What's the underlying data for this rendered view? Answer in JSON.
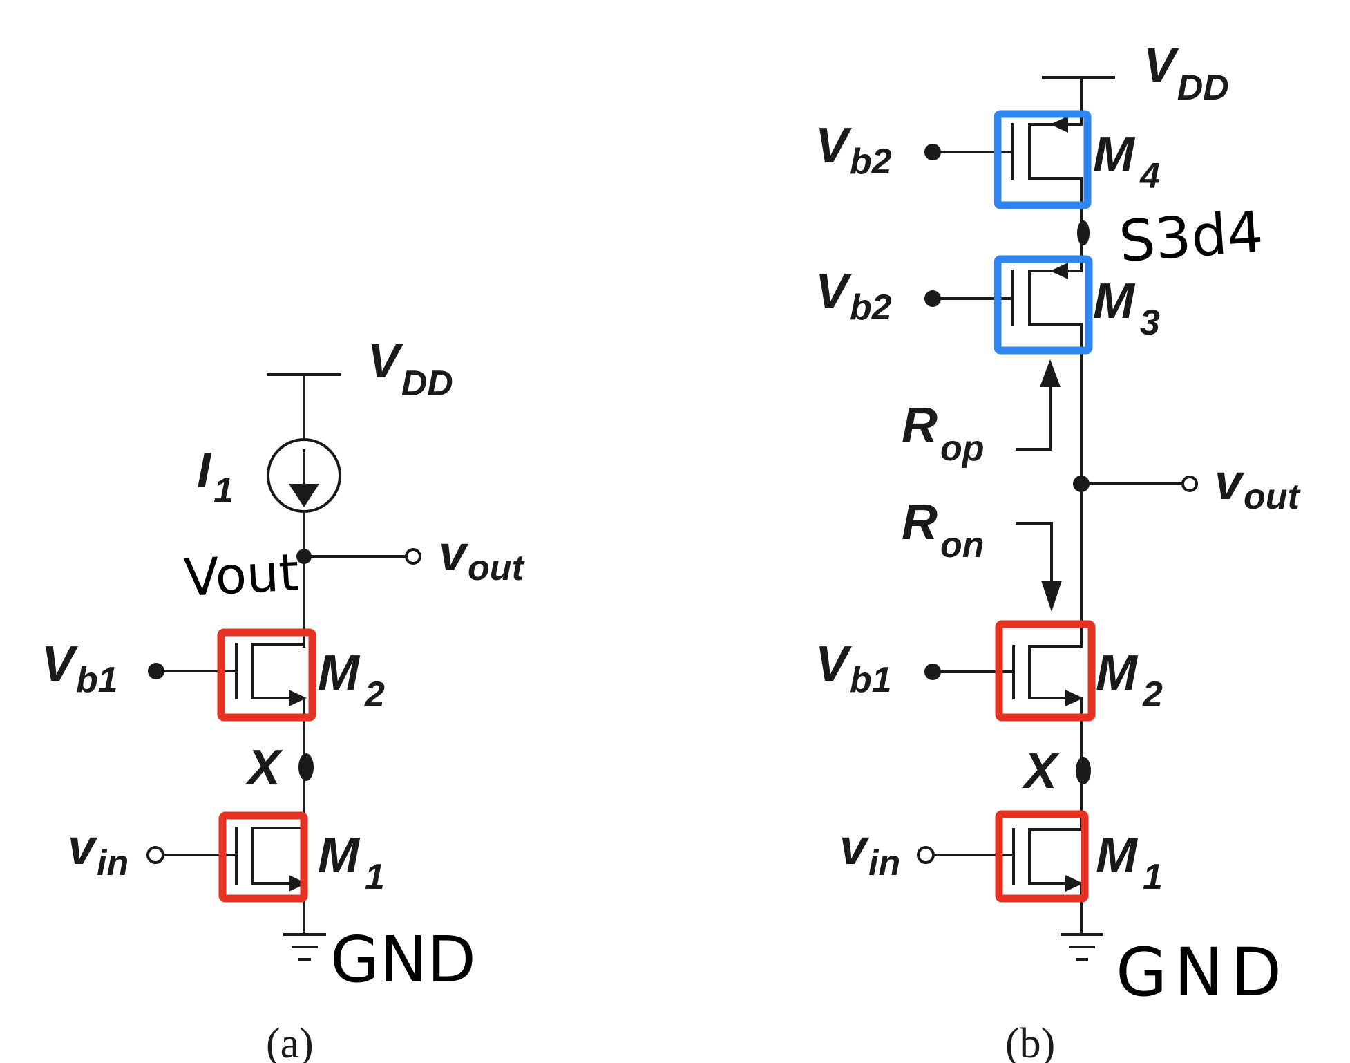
{
  "colors": {
    "nmos_highlight": "#e53222",
    "pmos_highlight": "#2f86ee",
    "ink": "#1a1a1a"
  },
  "circuit_a": {
    "caption": "(a)",
    "vdd": {
      "main": "V",
      "sub": "DD"
    },
    "current_source": {
      "main": "I",
      "sub": "1"
    },
    "node_out_handwritten": "Vout",
    "vout": {
      "main": "v",
      "sub": "out"
    },
    "vb1": {
      "main": "V",
      "sub": "b1"
    },
    "m2": {
      "main": "M",
      "sub": "2"
    },
    "node_x": "X",
    "vin": {
      "main": "v",
      "sub": "in"
    },
    "m1": {
      "main": "M",
      "sub": "1"
    },
    "gnd_handwritten": "GND"
  },
  "circuit_b": {
    "caption": "(b)",
    "vdd": {
      "main": "V",
      "sub": "DD"
    },
    "vb2_top": {
      "main": "V",
      "sub": "b2"
    },
    "m4": {
      "main": "M",
      "sub": "4"
    },
    "node_s3d4_handwritten": "S3d4",
    "vb2_bottom": {
      "main": "V",
      "sub": "b2"
    },
    "m3": {
      "main": "M",
      "sub": "3"
    },
    "rop": {
      "main": "R",
      "sub": "op"
    },
    "vout": {
      "main": "v",
      "sub": "out"
    },
    "ron": {
      "main": "R",
      "sub": "on"
    },
    "vb1": {
      "main": "V",
      "sub": "b1"
    },
    "m2": {
      "main": "M",
      "sub": "2"
    },
    "node_x": "X",
    "vin": {
      "main": "v",
      "sub": "in"
    },
    "m1": {
      "main": "M",
      "sub": "1"
    },
    "gnd_handwritten": "GND"
  }
}
